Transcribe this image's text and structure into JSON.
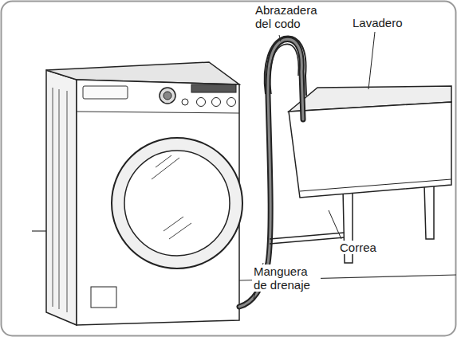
{
  "diagram": {
    "labels": [
      "Abrazadera del codo",
      "Lavadero",
      "Correa",
      "Manguera de drenaje"
    ]
  }
}
